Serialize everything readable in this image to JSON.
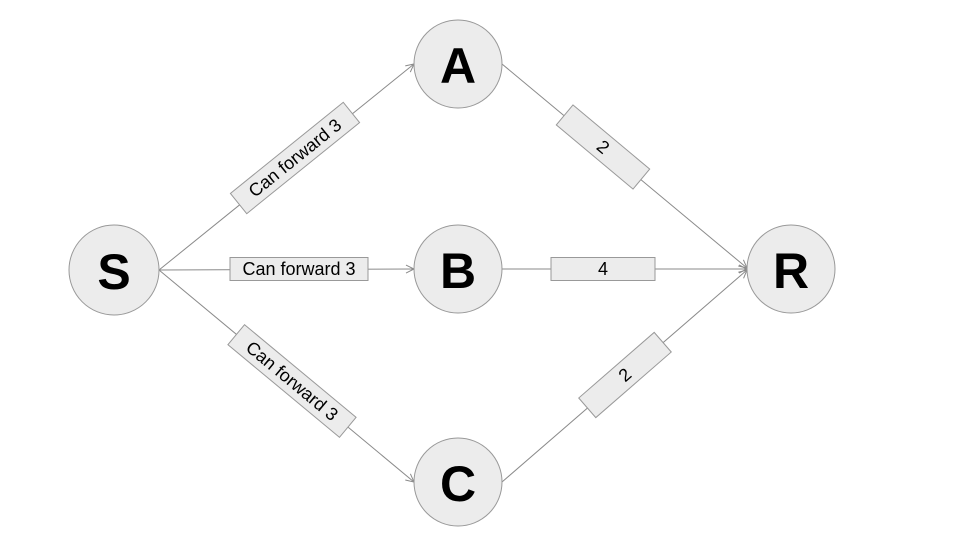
{
  "diagram": {
    "nodes": [
      {
        "id": "S",
        "label": "S"
      },
      {
        "id": "A",
        "label": "A"
      },
      {
        "id": "B",
        "label": "B"
      },
      {
        "id": "C",
        "label": "C"
      },
      {
        "id": "R",
        "label": "R"
      }
    ],
    "edges": [
      {
        "from": "S",
        "to": "A",
        "label": "Can forward 3"
      },
      {
        "from": "S",
        "to": "B",
        "label": "Can forward 3"
      },
      {
        "from": "S",
        "to": "C",
        "label": "Can forward 3"
      },
      {
        "from": "A",
        "to": "R",
        "label": "2"
      },
      {
        "from": "B",
        "to": "R",
        "label": "4"
      },
      {
        "from": "C",
        "to": "R",
        "label": "2"
      }
    ],
    "colors": {
      "background": "#ffffff",
      "node_fill": "#ececec",
      "node_stroke": "#999999",
      "edge_stroke": "#8a8a8a",
      "label_fill": "#ececec",
      "label_stroke": "#999999",
      "text": "#000000"
    }
  }
}
